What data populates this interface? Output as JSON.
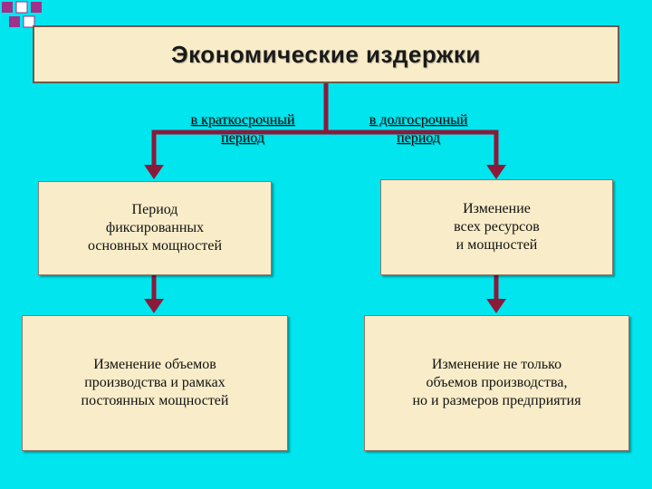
{
  "title": "Экономические издержки",
  "branches": {
    "short": {
      "line1": "в краткосрочный",
      "line2": "период"
    },
    "long": {
      "line1": "в долгосрочный",
      "line2": "период"
    }
  },
  "boxes": {
    "short_top": {
      "lines": [
        "Период",
        "фиксированных",
        "основных мощностей"
      ]
    },
    "long_top": {
      "lines": [
        "Изменение",
        "всех ресурсов",
        "и мощностей"
      ]
    },
    "short_bottom": {
      "lines": [
        "Изменение объемов",
        "производства и рамках",
        "постоянных мощностей"
      ]
    },
    "long_bottom": {
      "lines": [
        "Изменение не только",
        "объемов производства,",
        "но и размеров предприятия"
      ]
    }
  },
  "colors": {
    "background": "#00e5ee",
    "box_fill": "#f9edc9",
    "connector": "#8b1a3a",
    "corner_square": "#a0308a"
  }
}
